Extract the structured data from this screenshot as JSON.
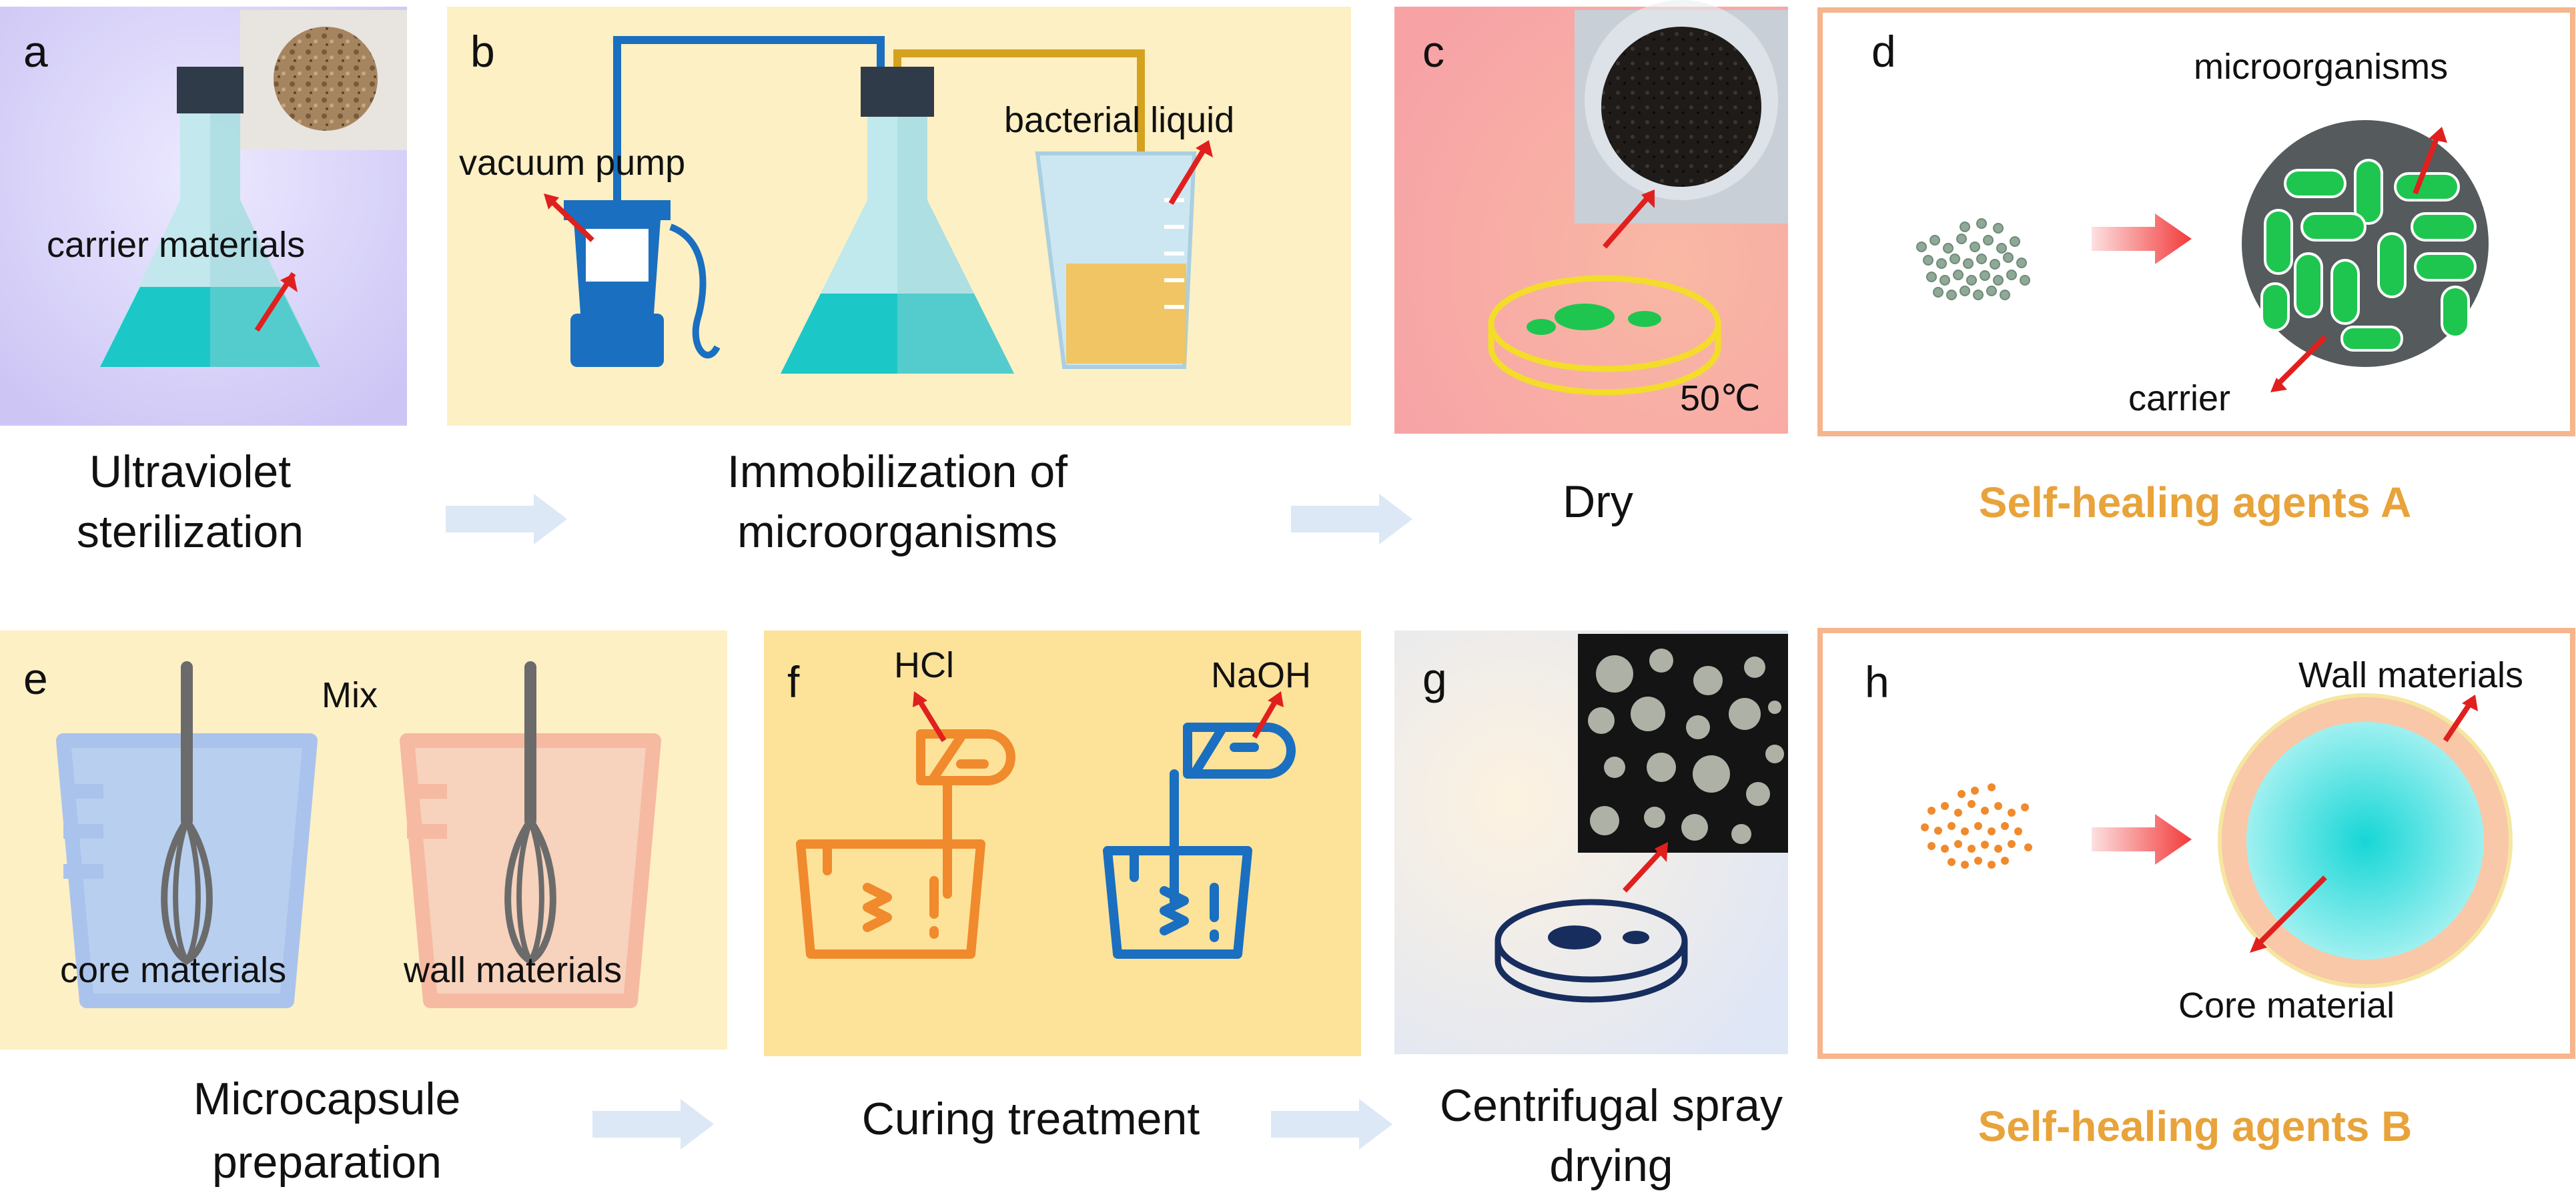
{
  "top_row": {
    "panel_a": {
      "letter": "a",
      "label": "carrier materials",
      "caption_line1": "Ultraviolet",
      "caption_line2": "sterilization"
    },
    "panel_b": {
      "letter": "b",
      "label_pump": "vacuum pump",
      "label_liquid": "bacterial liquid",
      "caption_line1": "Immobilization of",
      "caption_line2": "microorganisms"
    },
    "panel_c": {
      "letter": "c",
      "temperature": "50℃",
      "caption": "Dry"
    },
    "panel_d": {
      "letter": "d",
      "label_micro": "microorganisms",
      "label_carrier": "carrier",
      "caption": "Self-healing agents A"
    }
  },
  "bottom_row": {
    "panel_e": {
      "letter": "e",
      "label_mix": "Mix",
      "label_core": "core materials",
      "label_wall": "wall materials",
      "caption_line1": "Microcapsule",
      "caption_line2": "preparation"
    },
    "panel_f": {
      "letter": "f",
      "label_hcl": "HCl",
      "label_naoh": "NaOH",
      "caption": "Curing treatment"
    },
    "panel_g": {
      "letter": "g",
      "caption_line1": "Centrifugal spray",
      "caption_line2": "drying"
    },
    "panel_h": {
      "letter": "h",
      "label_wall": "Wall materials",
      "label_core": "Core material",
      "caption": "Self-healing agents B"
    }
  },
  "colors": {
    "arrow_red": "#e0201e",
    "flow_arrow": "#dce8f5",
    "teal": "#1cc7c7",
    "blue": "#1a6fc0",
    "orange": "#f08a2c",
    "green": "#1ec64f",
    "caption_orange": "#e8a33a",
    "panel_cream": "#fdf0c4",
    "panel_yellow": "#fde29a",
    "panel_border_orange": "#f6b58c"
  }
}
